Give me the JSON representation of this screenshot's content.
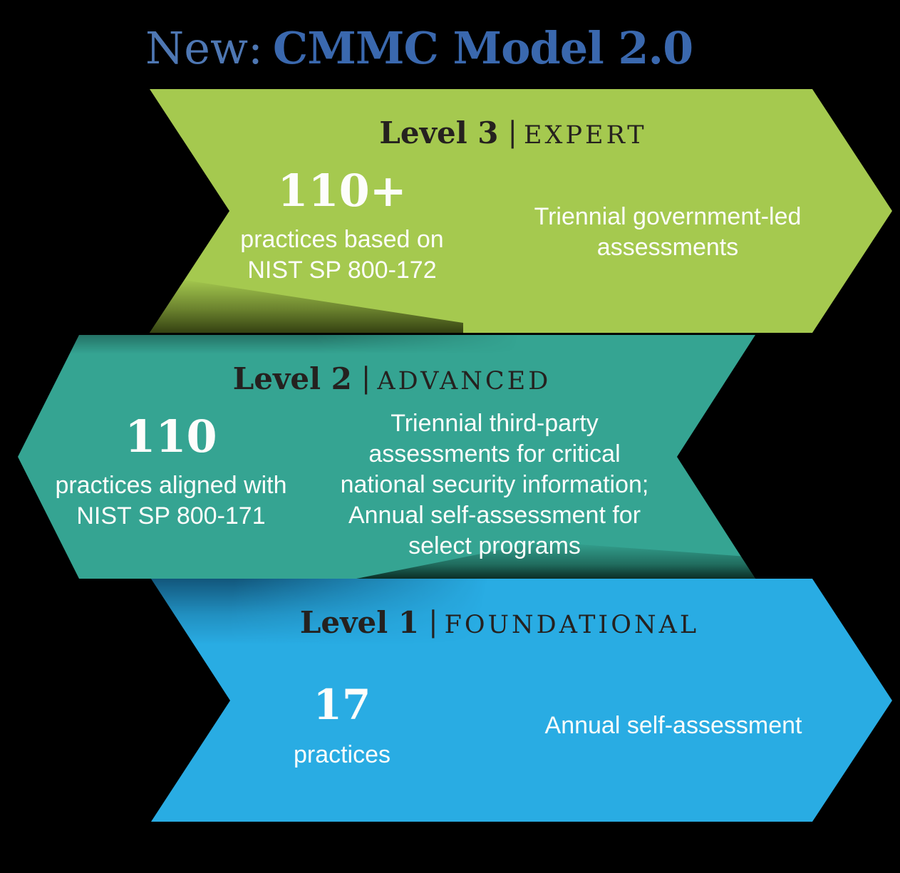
{
  "background_color": "#000000",
  "title": {
    "prefix": "New:",
    "main": "CMMC Model 2.0"
  },
  "title_colors": {
    "prefix": "#4e77b3",
    "main": "#3a68ae"
  },
  "text_colors": {
    "heading": "#25211f",
    "body": "#ffffff"
  },
  "levels": [
    {
      "name": "Level 3",
      "separator": "|",
      "tier": "EXPERT",
      "stat_value": "110+",
      "stat_lines": [
        "practices based on",
        "NIST SP 800-172"
      ],
      "assessment_lines": [
        "Triennial government-led",
        "assessments"
      ],
      "banner_color": "#a5c94f",
      "arrow_direction": "right"
    },
    {
      "name": "Level 2",
      "separator": "|",
      "tier": "ADVANCED",
      "stat_value": "110",
      "stat_lines": [
        "practices aligned with",
        "NIST SP 800-171"
      ],
      "assessment_lines": [
        "Triennial third-party",
        "assessments for critical",
        "national security information;",
        "Annual self-assessment for",
        "select programs"
      ],
      "banner_color": "#35a492",
      "arrow_direction": "left"
    },
    {
      "name": "Level 1",
      "separator": "|",
      "tier": "FOUNDATIONAL",
      "stat_value": "17",
      "stat_lines": [
        "practices"
      ],
      "assessment_lines": [
        "Annual self-assessment"
      ],
      "banner_color": "#29ace3",
      "arrow_direction": "right"
    }
  ]
}
